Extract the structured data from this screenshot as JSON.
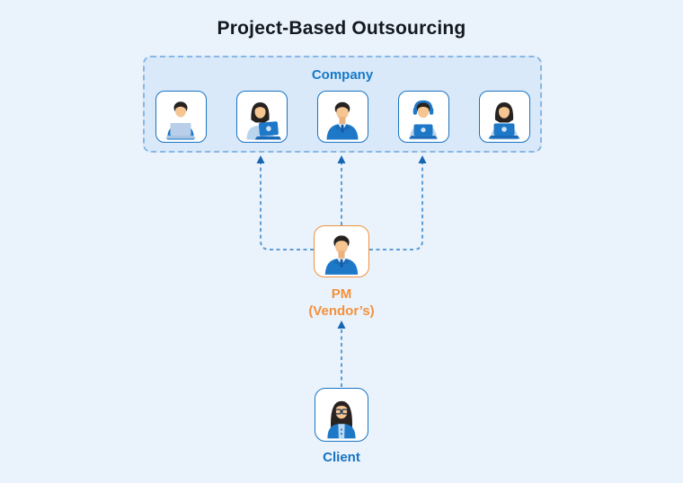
{
  "title": "Project-Based Outsourcing",
  "company": {
    "label": "Company",
    "members": [
      {
        "icon": "man-with-laptop-icon"
      },
      {
        "icon": "woman-with-laptop-icon"
      },
      {
        "icon": "man-in-suit-icon"
      },
      {
        "icon": "person-with-headset-icon"
      },
      {
        "icon": "woman-at-laptop-icon"
      }
    ]
  },
  "pm": {
    "line1": "PM",
    "line2": "(Vendor’s)",
    "icon": "man-in-suit-icon"
  },
  "client": {
    "label": "Client",
    "icon": "woman-with-glasses-icon"
  },
  "connections": [
    "client-to-pm-dashed-arrow",
    "pm-to-company-middle-dashed-arrow",
    "pm-to-company-left-dashed-arrow",
    "pm-to-company-right-dashed-arrow"
  ],
  "colors": {
    "page_background": "#eaf3fc",
    "company_box_fill": "#d9e9f9",
    "company_box_border": "#89b7e3",
    "card_border_blue": "#1a73c4",
    "card_border_orange": "#f0913c",
    "company_label_text": "#1778c6",
    "pm_label_text": "#f2913d",
    "client_label_text": "#1673c0",
    "title_text": "#13191f",
    "arrow_dash": "#5e9cd4",
    "arrow_head": "#1766b4"
  }
}
